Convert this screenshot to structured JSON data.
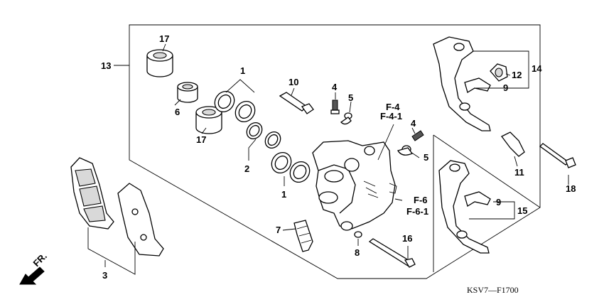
{
  "callouts": [
    "1",
    "1",
    "2",
    "3",
    "4",
    "4",
    "5",
    "5",
    "6",
    "7",
    "8",
    "9",
    "9",
    "10",
    "11",
    "12",
    "13",
    "14",
    "15",
    "16",
    "17",
    "17",
    "18"
  ],
  "references": [
    "F-4",
    "F-4-1",
    "F-6",
    "F-6-1"
  ],
  "front_marker": "FR.",
  "diagram_code": "KSV7—F1700"
}
